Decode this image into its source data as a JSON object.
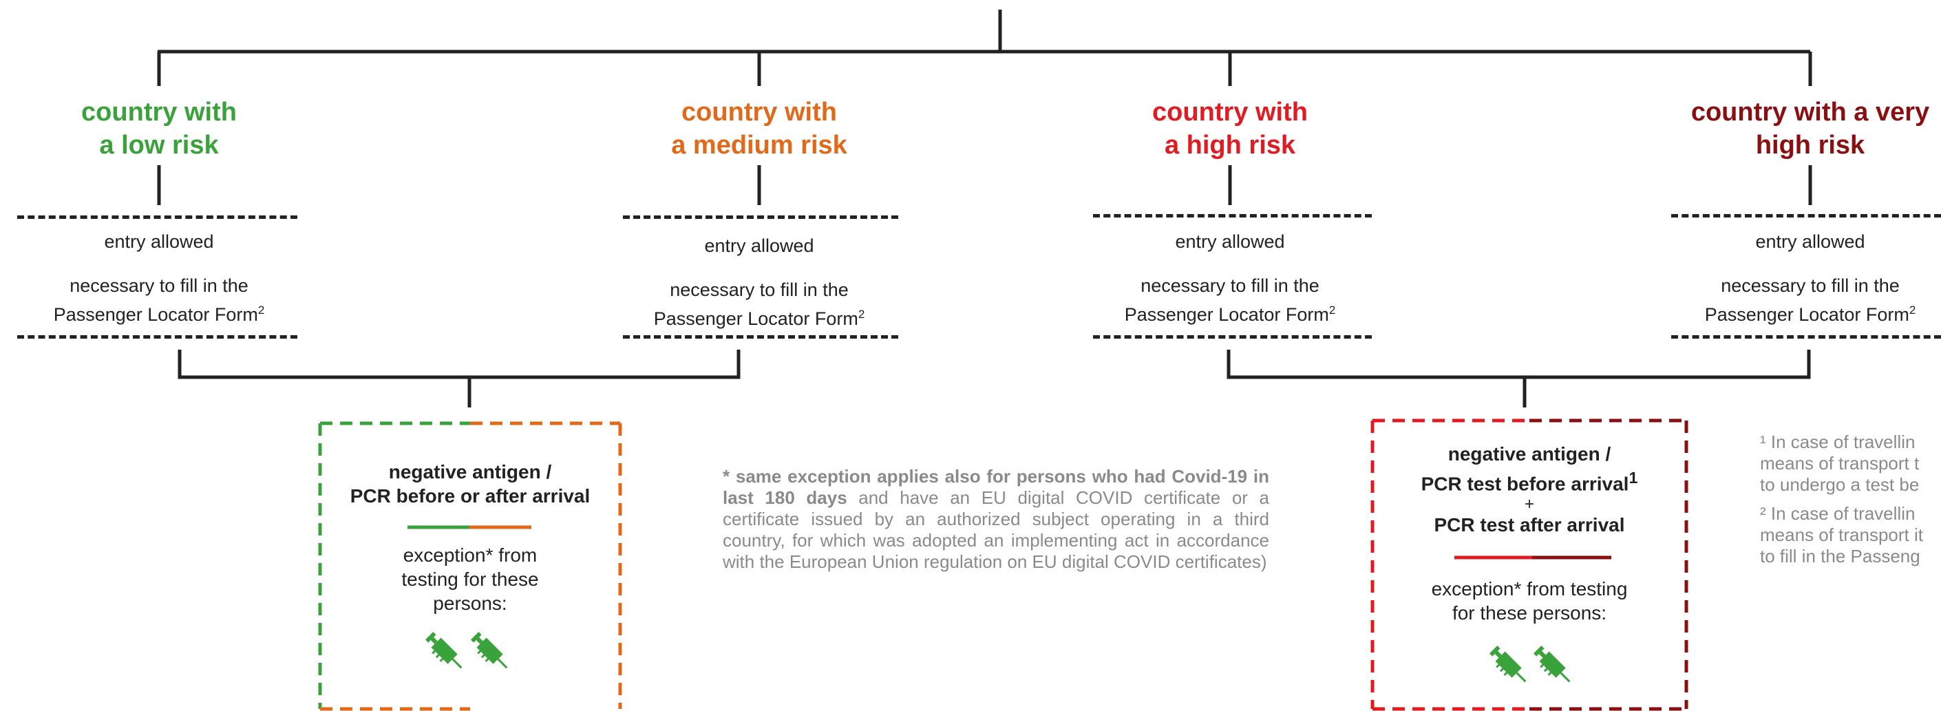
{
  "colors": {
    "low": "#3aa23b",
    "medium": "#e06a1a",
    "high": "#e11b22",
    "very_high": "#8a0f10",
    "line": "#222222",
    "note": "#8a8a8a"
  },
  "categories": [
    {
      "title_line1": "country with",
      "title_line2": "a low risk",
      "entry": "entry allowed",
      "form_line1": "necessary to fill in the",
      "form_line2": "Passenger Locator Form",
      "form_sup": "2"
    },
    {
      "title_line1": "country with",
      "title_line2": "a medium risk",
      "entry": "entry allowed",
      "form_line1": "necessary to fill in the",
      "form_line2": "Passenger Locator Form",
      "form_sup": "2"
    },
    {
      "title_line1": "country with",
      "title_line2": "a high risk",
      "entry": "entry allowed",
      "form_line1": "necessary to fill in the",
      "form_line2": "Passenger Locator Form",
      "form_sup": "2"
    },
    {
      "title_line1": "country with a very",
      "title_line2": "high risk",
      "entry": "entry allowed",
      "form_line1": "necessary to fill in the",
      "form_line2": "Passenger Locator Form",
      "form_sup": "2"
    }
  ],
  "box_left": {
    "line1": "negative antigen /",
    "line2": "PCR before or after arrival",
    "exception_line1": "exception* from",
    "exception_line2": "testing for these",
    "exception_line3": "persons:",
    "icon": "vaccine-syringe-icon"
  },
  "box_right": {
    "line1": "negative antigen /",
    "line2": "PCR test before arrival",
    "line2_sup": "1",
    "plus": "+",
    "line3": "PCR test after arrival",
    "exception_line1": "exception* from testing",
    "exception_line2": "for these persons:",
    "icon": "vaccine-syringe-icon"
  },
  "note": {
    "bold": "* same exception applies also for persons who had Covid-19 in last 180 days",
    "rest": " and have an EU digital COVID certificate or a certificate issued by an authorized subject operating in a third country, for which was adopted an implementing act in accordance with the European Union regulation on EU digital COVID certificates)"
  },
  "footnotes": {
    "fn1_line1": "¹ In case of travellin",
    "fn1_line2": "means of transport t",
    "fn1_line3": "to undergo a test be",
    "fn2_line1": "² In case of travellin",
    "fn2_line2": "means of transport it",
    "fn2_line3": "to fill in the Passeng"
  }
}
